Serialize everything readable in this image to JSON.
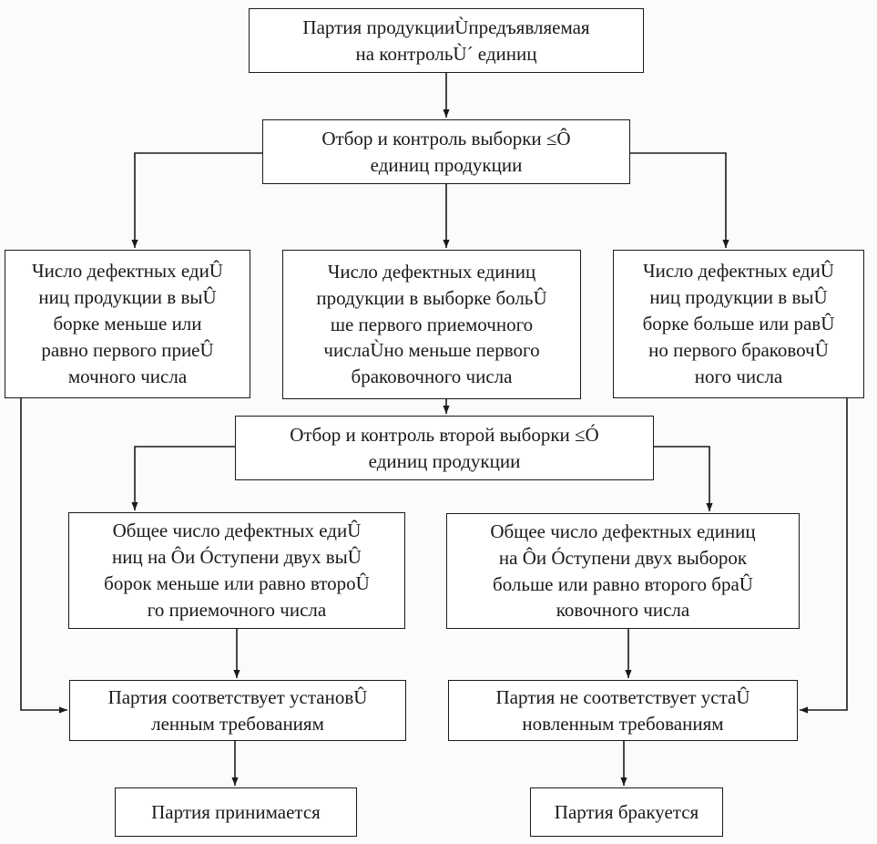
{
  "nodes": {
    "lot": "Партия продукцииÙпредъявляемая\nна контрольÙ´  единиц",
    "sample1": "Отбор и контроль выборки ≤Ô\nединиц продукции",
    "left1": "Число дефектных едиÛ\nниц продукции в выÛ\nборке меньше или\nравно первого приеÛ\nмочного числа",
    "mid1": "Число дефектных единиц\nпродукции в выборке больÛ\nше первого приемочного\nчислаÙно меньше первого\nбраковочного числа",
    "right1": "Число дефектных едиÛ\nниц продукции в выÛ\nборке больше или равÛ\nно первого браковочÛ\nного числа",
    "sample2": "Отбор и контроль второй выборки ≤Ó\nединиц продукции",
    "left2": "Общее число дефектных едиÛ\nниц на Ôи Óступени двух выÛ\nборок меньше или равно второÛ\nго приемочного числа",
    "right2": "Общее число дефектных единиц\nна Ôи Óступени двух выборок\nбольше или равно  второго браÛ\nковочного числа",
    "conform": "Партия соответствует установÛ\nленным требованиям",
    "nonconform": "Партия не соответствует устаÛ\nновленным требованиям",
    "accept": "Партия принимается",
    "reject": "Партия бракуется"
  },
  "colors": {
    "line": "#1a1a1a",
    "box_fill": "#ffffff",
    "background": "#fbfbf9"
  }
}
